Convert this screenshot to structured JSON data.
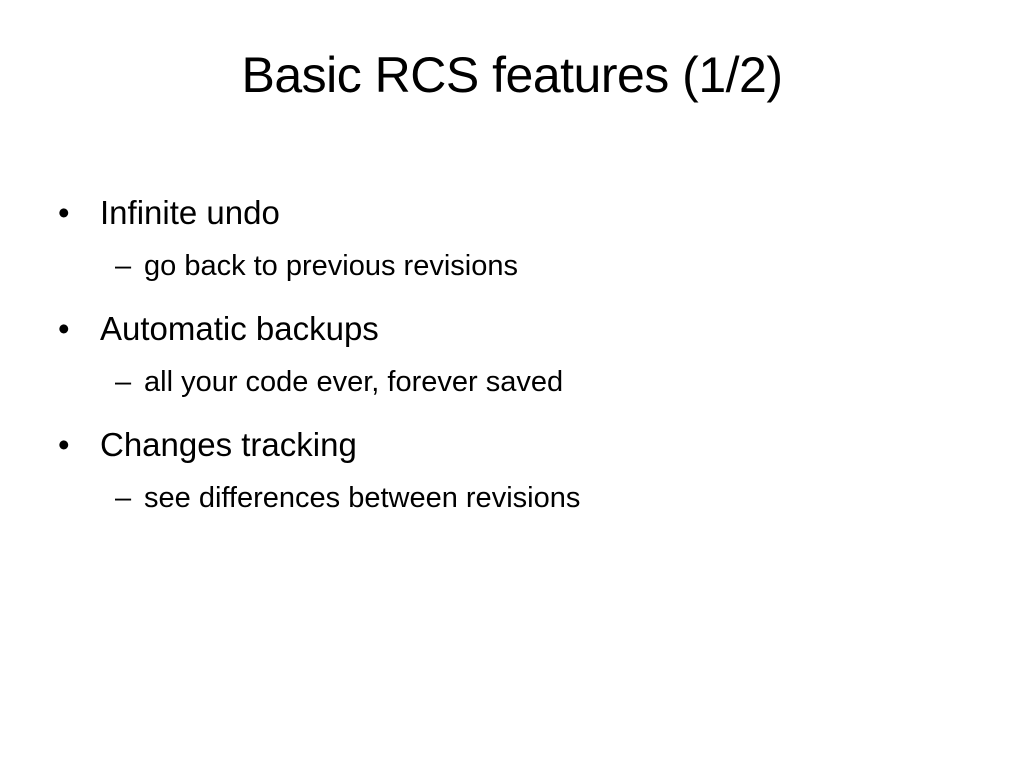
{
  "slide": {
    "title": "Basic RCS features (1/2)",
    "bullet_glyph": "•",
    "dash_glyph": "–",
    "items": [
      {
        "label": "Infinite undo",
        "sub": "go back to previous revisions"
      },
      {
        "label": "Automatic backups",
        "sub": "all your code ever, forever saved"
      },
      {
        "label": "Changes tracking",
        "sub": "see differences between revisions"
      }
    ]
  }
}
